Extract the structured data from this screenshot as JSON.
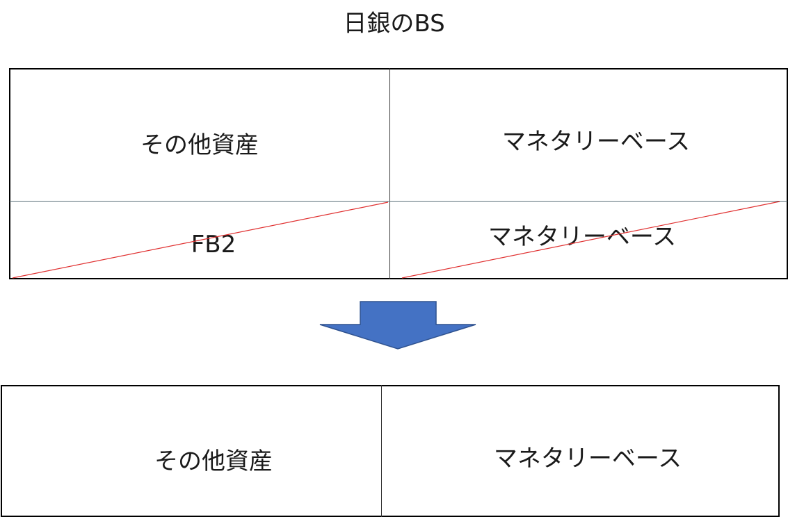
{
  "title": "日銀のBS",
  "before": {
    "assets_top": "その他資産",
    "liabilities_top": "マネタリーベース",
    "assets_bottom": "FB2",
    "liabilities_bottom": "マネタリーベース"
  },
  "arrow": {
    "direction": "down",
    "color": "#4472C4",
    "border_color": "#2F528F"
  },
  "after": {
    "assets": "その他資産",
    "liabilities": "マネタリーベース"
  },
  "strike_color": "#E03030"
}
